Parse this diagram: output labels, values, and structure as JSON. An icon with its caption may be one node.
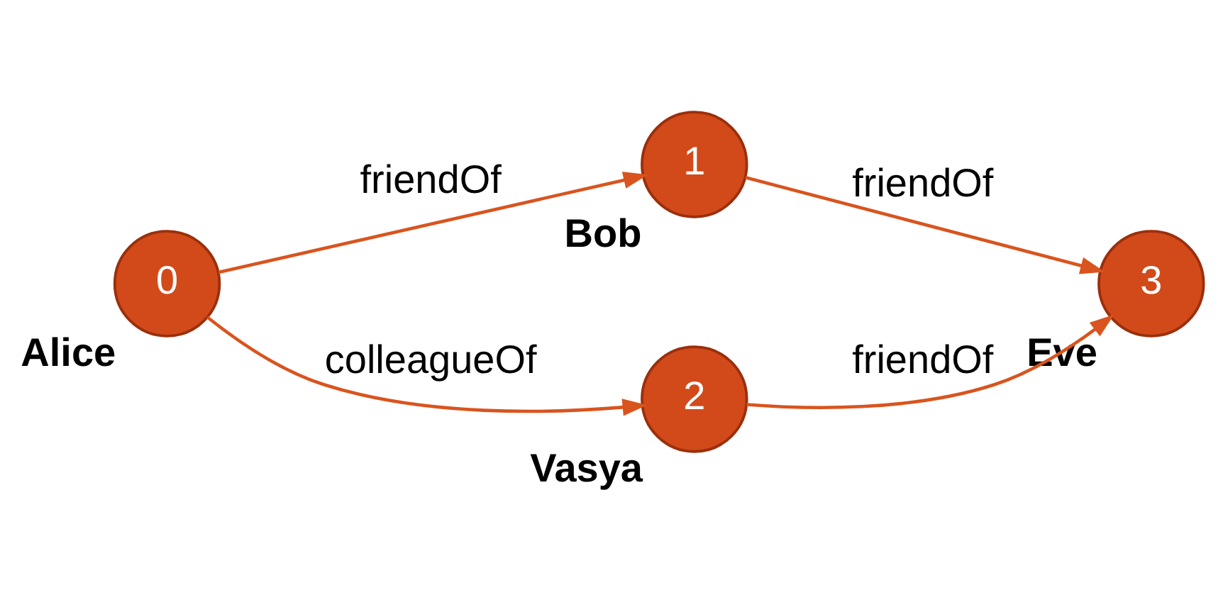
{
  "diagram": {
    "nodes": [
      {
        "text": [
          "0"
        ],
        "beside": [
          "Alice"
        ]
      },
      {
        "text": [
          "1"
        ],
        "beside": [
          "Bob"
        ]
      },
      {
        "text": [
          "2"
        ],
        "beside": [
          "Vasya"
        ]
      },
      {
        "text": [
          "3"
        ],
        "beside": [
          "Eve"
        ]
      }
    ],
    "edges": [
      {
        "from": 0,
        "to": 1,
        "arrow": "to",
        "label": "friendOf"
      },
      {
        "from": 0,
        "to": 2,
        "arrow": "to",
        "label": "colleagueOf"
      },
      {
        "from": 1,
        "to": 3,
        "arrow": "to",
        "label": "friendOf"
      },
      {
        "from": 2,
        "to": 3,
        "arrow": "to",
        "label": "friendOf"
      }
    ]
  }
}
